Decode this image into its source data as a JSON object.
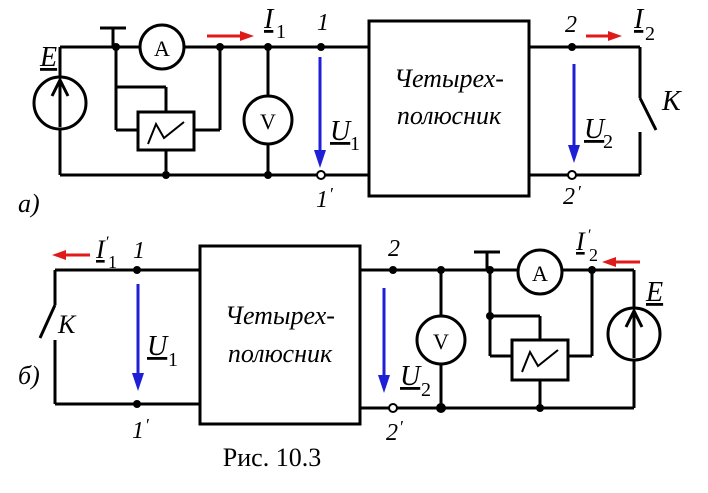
{
  "caption": "Рис. 10.3",
  "colors": {
    "wire": "#000000",
    "voltage_arrow": "#1f1fd6",
    "current_arrow": "#e01a1a"
  },
  "diagram_a": {
    "label": "а)",
    "box_line1": "Четырех-",
    "box_line2": "полюсник",
    "source": "E",
    "ammeter": "A",
    "voltmeter": "V",
    "input_current": "I",
    "input_current_sub": "1",
    "output_current": "I",
    "output_current_sub": "2",
    "input_voltage": "U",
    "input_voltage_sub": "1",
    "output_voltage": "U",
    "output_voltage_sub": "2",
    "node_1": "1",
    "node_1p": "1",
    "node_2": "2",
    "node_2p": "2",
    "switch": "K"
  },
  "diagram_b": {
    "label": "б)",
    "box_line1": "Четырех-",
    "box_line2": "полюсник",
    "source": "E",
    "ammeter": "A",
    "voltmeter": "V",
    "input_current": "I",
    "input_current_sub": "1",
    "output_current": "I",
    "output_current_sub": "2",
    "input_voltage": "U",
    "input_voltage_sub": "1",
    "output_voltage": "U",
    "output_voltage_sub": "2",
    "node_1": "1",
    "node_1p": "1",
    "node_2": "2",
    "node_2p": "2",
    "switch": "K"
  }
}
